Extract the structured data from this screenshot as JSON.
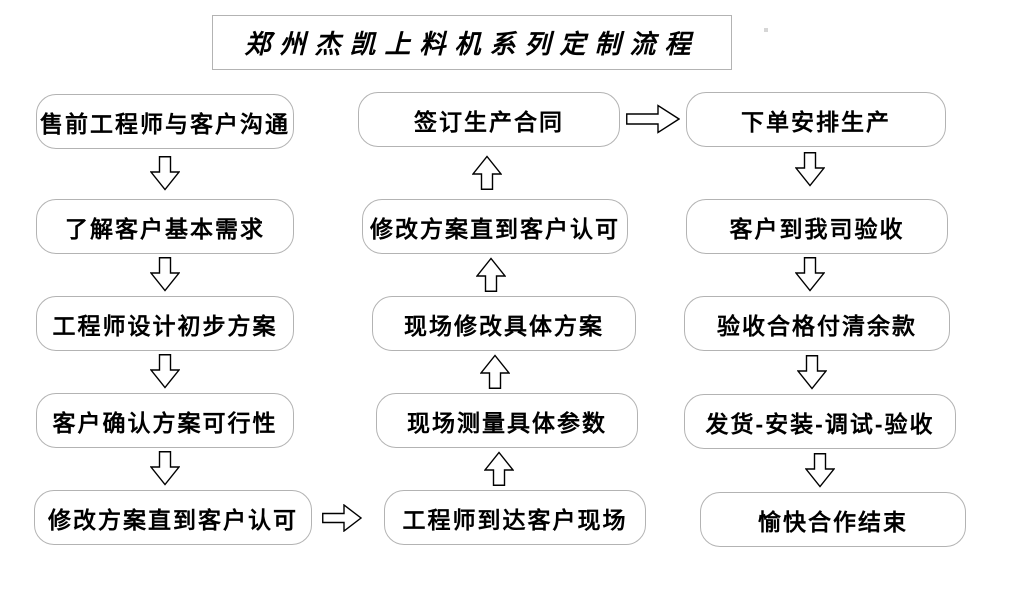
{
  "title": {
    "text": "郑州杰凯上料机系列定制流程"
  },
  "flow": {
    "left_column": [
      "售前工程师与客户沟通",
      "了解客户基本需求",
      "工程师设计初步方案",
      "客户确认方案可行性",
      "修改方案直到客户认可"
    ],
    "middle_column": [
      "签订生产合同",
      "修改方案直到客户认可",
      "现场修改具体方案",
      "现场测量具体参数",
      "工程师到达客户现场"
    ],
    "right_column": [
      "下单安排生产",
      "客户到我司验收",
      "验收合格付清余款",
      "发货-安装-调试-验收",
      "愉快合作结束"
    ]
  },
  "icons": {
    "down_arrow": "hollow-down-block-arrow",
    "up_arrow": "hollow-up-block-arrow",
    "right_arrow": "hollow-right-block-arrow"
  },
  "colors": {
    "background": "#ffffff",
    "box_border": "#b3b3b3",
    "box_fill": "#ffffff",
    "text": "#000000",
    "arrow_stroke": "#000000",
    "arrow_fill": "#ffffff"
  }
}
